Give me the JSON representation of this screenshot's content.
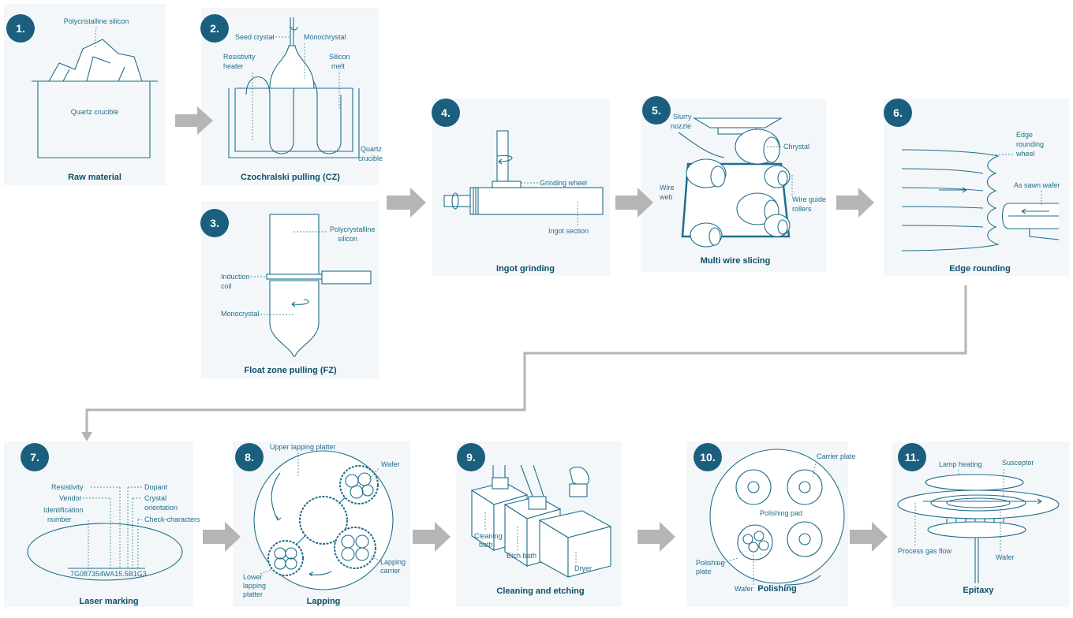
{
  "steps": [
    {
      "num": "1.",
      "title": "Raw material",
      "labels": {
        "a": "Polycristalline silicon",
        "b": "Quartz crucible"
      }
    },
    {
      "num": "2.",
      "title": "Czochralski pulling (CZ)",
      "labels": {
        "seed": "Seed crystal",
        "mono": "Monochrystal",
        "res1": "Resistivity",
        "res2": "heater",
        "melt1": "Silicon",
        "melt2": "melt",
        "q1": "Quartz",
        "q2": "crucible"
      }
    },
    {
      "num": "3.",
      "title": "Float zone pulling (FZ)",
      "labels": {
        "poly1": "Polycrystalline",
        "poly2": "silicon",
        "ind1": "Induction",
        "ind2": "coil",
        "mono": "Monocrystal"
      }
    },
    {
      "num": "4.",
      "title": "Ingot grinding",
      "labels": {
        "gw": "Grinding wheel",
        "is": "Ingot section"
      }
    },
    {
      "num": "5.",
      "title": "Multi wire slicing",
      "labels": {
        "sn1": "Slurry",
        "sn2": "nozzle",
        "ch": "Chrystal",
        "ww1": "Wire",
        "ww2": "web",
        "wg1": "Wire guide",
        "wg2": "rollers"
      }
    },
    {
      "num": "6.",
      "title": "Edge rounding",
      "labels": {
        "er1": "Edge",
        "er2": "rounding",
        "er3": "wheel",
        "as": "As sawn wafer"
      }
    },
    {
      "num": "7.",
      "title": "Laser marking",
      "labels": {
        "res": "Resistivity",
        "ven": "Vendor",
        "id1": "Identification",
        "id2": "number",
        "dop": "Dopant",
        "co1": "Crystal",
        "co2": "orientation",
        "cc": "Check-characters",
        "code": "7G087354WA15.5B1G3"
      }
    },
    {
      "num": "8.",
      "title": "Lapping",
      "labels": {
        "ulp": "Upper lapping platter",
        "wafer": "Wafer",
        "ll1": "Lower",
        "ll2": "lapping",
        "ll3": "platter",
        "lc1": "Lapping",
        "lc2": "carrier"
      }
    },
    {
      "num": "9.",
      "title": "Cleaning and etching",
      "labels": {
        "cb1": "Cleaning",
        "cb2": "bath",
        "eb": "Etch bath",
        "dr": "Dryer"
      }
    },
    {
      "num": "10.",
      "title": "Polishing",
      "labels": {
        "cp": "Carrier plate",
        "pp": "Polishing pad",
        "pl1": "Polishing",
        "pl2": "plate",
        "wf": "Wafer"
      }
    },
    {
      "num": "11.",
      "title": "Epitaxy",
      "labels": {
        "lh": "Lamp heating",
        "sus": "Susceptor",
        "pgf": "Process gas flow",
        "wf": "Wafer"
      }
    }
  ],
  "colors": {
    "accent": "#1f6e8c",
    "badge": "#1a5f7e",
    "arrow": "#b5b5b5"
  }
}
